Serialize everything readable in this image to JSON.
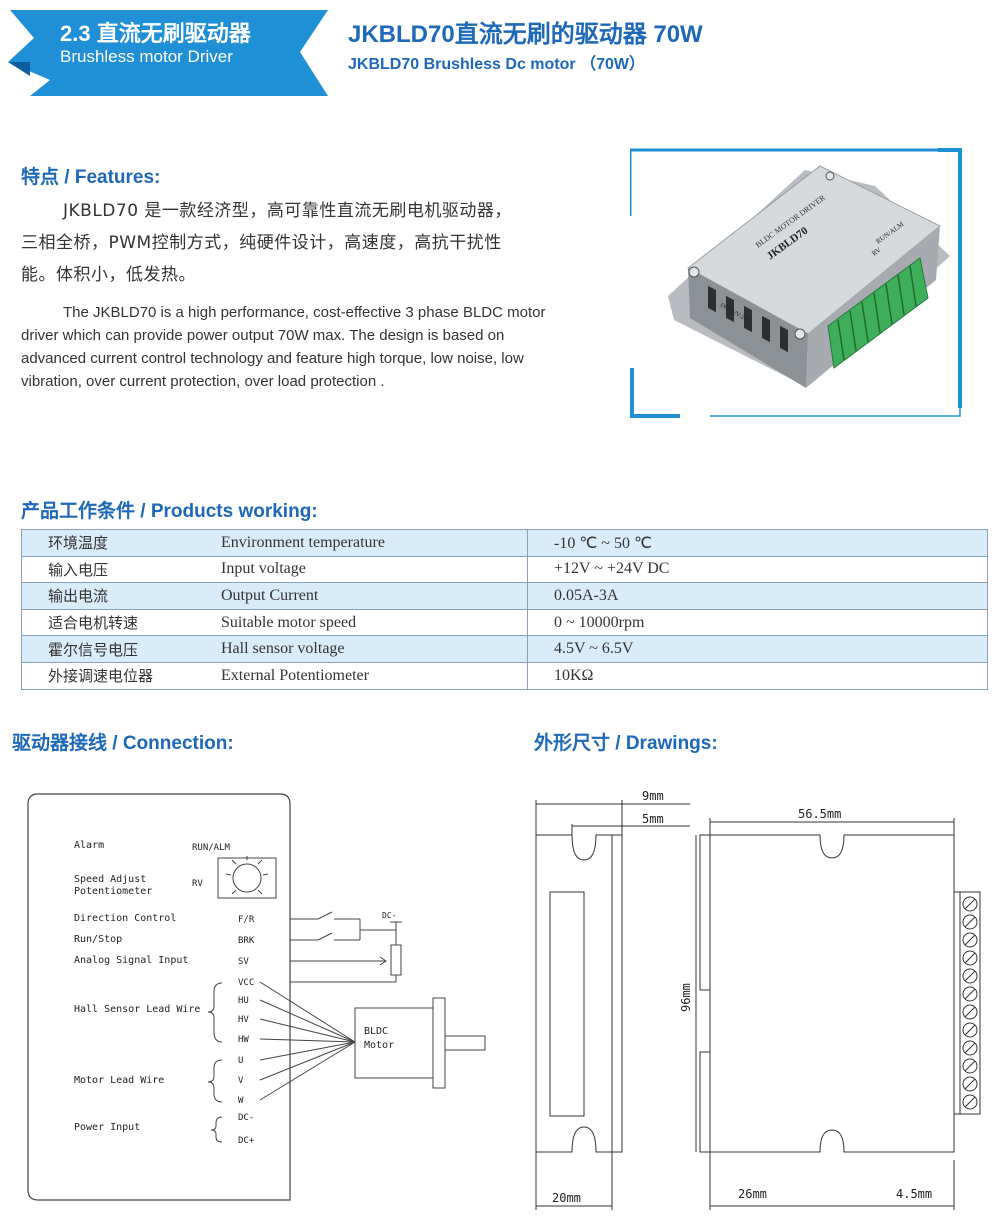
{
  "header": {
    "section_title": "2.3 直流无刷驱动器",
    "section_subtitle": "Brushless motor Driver",
    "product_title": "JKBLD70直流无刷的驱动器 70W",
    "product_subtitle": "JKBLD70  Brushless Dc motor  （70W）"
  },
  "colors": {
    "brand_blue": "#1d68b8",
    "banner_blue": "#1f8fd6",
    "table_stripe": "#d9ecf9"
  },
  "features": {
    "heading": "特点 / Features:",
    "cn_lines": [
      "JKBLD70 是一款经济型，高可靠性直流无刷电机驱动器，",
      "三相全桥，PWM控制方式，纯硬件设计，高速度，高抗干扰性",
      "能。体积小，低发热。"
    ],
    "en_lines": [
      "The JKBLD70 is a high performance, cost-effective 3 phase BLDC motor",
      "driver which can provide power output 70W max. The design is based on",
      "advanced current control technology and feature high torque, low noise, low",
      "vibration, over current protection, over load protection ."
    ]
  },
  "photo": {
    "label_line1": "BLDC MOTOR DRIVER",
    "label_line2": "JKBLD70",
    "label_run": "RUN/ALM",
    "label_rv": "RV",
    "side_label": "DC+12V-24V"
  },
  "working": {
    "heading": "产品工作条件 / Products working:",
    "rows": [
      {
        "cn": "环境温度",
        "en": "Environment temperature",
        "value": "-10 ℃ ~  50 ℃"
      },
      {
        "cn": "输入电压",
        "en": "Input voltage",
        "value": "+12V ~ +24V DC"
      },
      {
        "cn": "输出电流",
        "en": "Output Current",
        "value": "0.05A-3A"
      },
      {
        "cn": "适合电机转速",
        "en": "Suitable motor speed",
        "value": "0 ~ 10000rpm"
      },
      {
        "cn": "霍尔信号电压",
        "en": "Hall sensor voltage",
        "value": "4.5V ~ 6.5V"
      },
      {
        "cn": "外接调速电位器",
        "en": "External Potentiometer",
        "value": "10KΩ"
      }
    ]
  },
  "connection": {
    "heading": "驱动器接线 / Connection:",
    "labels": {
      "alarm": "Alarm",
      "speed1": "Speed Adjust",
      "speed2": "Potentiometer",
      "direction": "Direction Control",
      "runstop": "Run/Stop",
      "analog": "Analog Signal Input",
      "hall": "Hall Sensor Lead Wire",
      "motorlead": "Motor Lead Wire",
      "power": "Power Input"
    },
    "pins": {
      "runalm": "RUN/ALM",
      "rv": "RV",
      "fr": "F/R",
      "brk": "BRK",
      "sv": "SV",
      "vcc": "VCC",
      "hu": "HU",
      "hv": "HV",
      "hw": "HW",
      "u": "U",
      "v": "V",
      "w": "W",
      "dcm": "DC-",
      "dcp": "DC+"
    },
    "dc_minus_label": "DC-",
    "motor1": "BLDC",
    "motor2": "Motor"
  },
  "drawings": {
    "heading": "外形尺寸 / Drawings:",
    "dims": {
      "d9": "9mm",
      "d5": "5mm",
      "d565": "56.5mm",
      "d96": "96mm",
      "d20": "20mm",
      "d26": "26mm",
      "d45": "4.5mm"
    }
  }
}
